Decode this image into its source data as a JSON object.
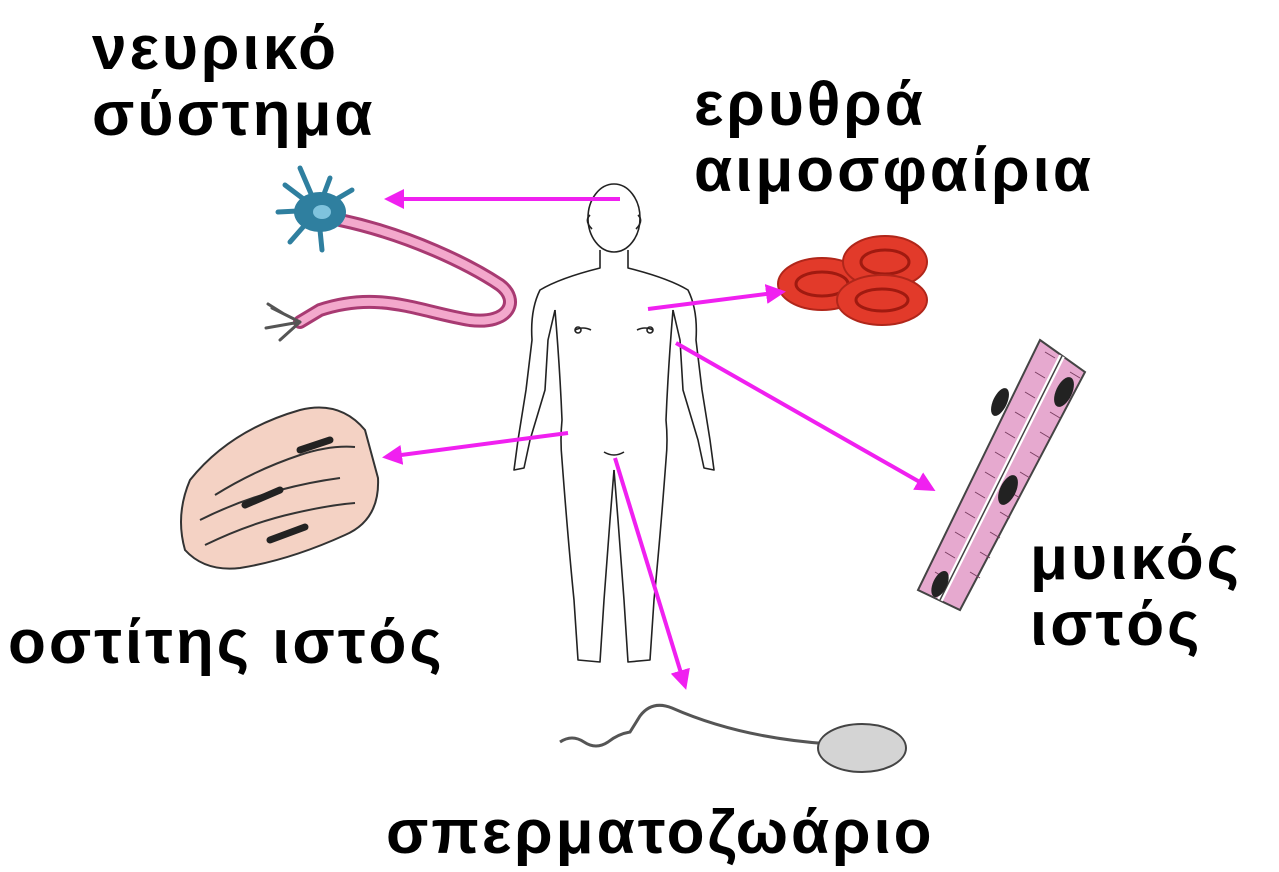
{
  "labels": {
    "nervous_line1": "νευρικό",
    "nervous_line2": "σύστημα",
    "rbc_line1": "ερυθρά",
    "rbc_line2": "αιμοσφαίρια",
    "muscle_line1": "μυικός",
    "muscle_line2": "ιστός",
    "bone": "οστίτης ιστός",
    "sperm": "σπερματοζωάριο"
  },
  "colors": {
    "arrow": "#f020f0",
    "neuron_body": "#2f7f9f",
    "axon": "#e0609a",
    "rbc": "#e23a2a",
    "muscle": "#e6a9cf",
    "bone": "#f4d2c4",
    "sperm": "#c8c8c8"
  }
}
